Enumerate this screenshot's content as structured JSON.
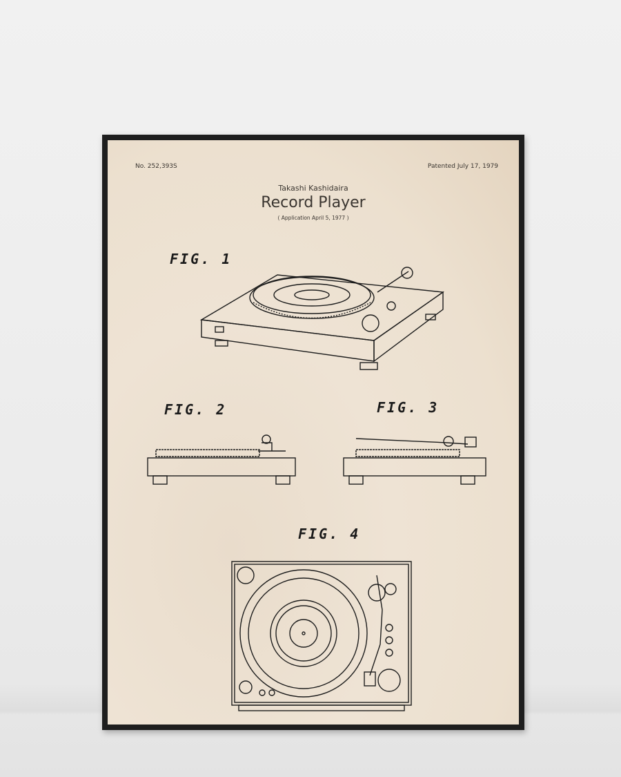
{
  "poster": {
    "patent_number": "No. 252,393S",
    "patent_date": "Patented July 17, 1979",
    "inventor": "Takashi Kashidaira",
    "title": "Record Player",
    "application": "( Application  April 5, 1977 )",
    "figures": [
      "FIG. 1",
      "FIG. 2",
      "FIG. 3",
      "FIG. 4"
    ]
  },
  "colors": {
    "paper": "#ece0cf",
    "frame": "#1e1e1e",
    "ink": "#1d1d1d",
    "wall": "#ececec"
  }
}
